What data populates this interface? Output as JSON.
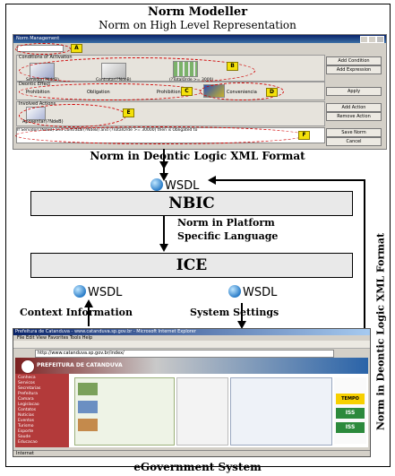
{
  "titles": {
    "modeller": "Norm Modeller",
    "modeller_sub": "Norm on High Level Representation",
    "bottom": "eGovernment System"
  },
  "window": {
    "title": "Norm Management",
    "rows": {
      "conditions": "Conditions of Activation",
      "deontic": "Deontic Effect",
      "involved": "Involved Actions"
    },
    "cond_items": [
      "Servidor(?NdeB)",
      "Contratar(?NdeB)",
      "(?TotalOrde >= 3000)"
    ],
    "deontic_items": [
      "Prohibition",
      "Obligation",
      "Prohibition",
      "Conveniencia"
    ],
    "action_item": "Aposentar(?NdeB)",
    "expression": "If Servidor(?NdeB) and Contratar(?NdeB) and (?TotalOrde >= 30000) then is Obligated to",
    "buttons": [
      "Add Condition",
      "Add Expression",
      "Apply",
      "Add Action",
      "Remove Action",
      "Save Norm",
      "Cancel"
    ],
    "tags": [
      "A",
      "B",
      "C",
      "D",
      "E",
      "F"
    ]
  },
  "flow": {
    "deontic_label": "Norm in Deontic Logic XML Format",
    "wsdl": "WSDL",
    "nbic": "NBIC",
    "platform_label_1": "Norm in Platform",
    "platform_label_2": "Specific Language",
    "ice": "ICE",
    "context": "Context Information",
    "settings": "System Settings",
    "side_label": "Norm in Deontic Logic XML Format"
  },
  "browser": {
    "title": "Prefeitura de Catanduva - www.catanduva.sp.gov.br - Microsoft Internet Explorer",
    "menu": "File   Edit   View   Favorites   Tools   Help",
    "address": "http://www.catanduva.sp.gov.br/index/",
    "site_title": "PREFEITURA DE CATANDUVA",
    "status": "Internet",
    "left_menu": [
      "Conheca",
      "Servicos",
      "Secretarias",
      "Prefeitura",
      "Camara",
      "Legislacao",
      "Contatos",
      "Noticias",
      "Eventos",
      "Turismo",
      "Esporte",
      "Saude",
      "Educacao"
    ],
    "right_badges": [
      "TEMPO",
      "ISS",
      "ISS"
    ]
  },
  "colors": {
    "ellipse": "#d00000",
    "tag": "#f4e10a",
    "box": "#e9e9e9"
  }
}
